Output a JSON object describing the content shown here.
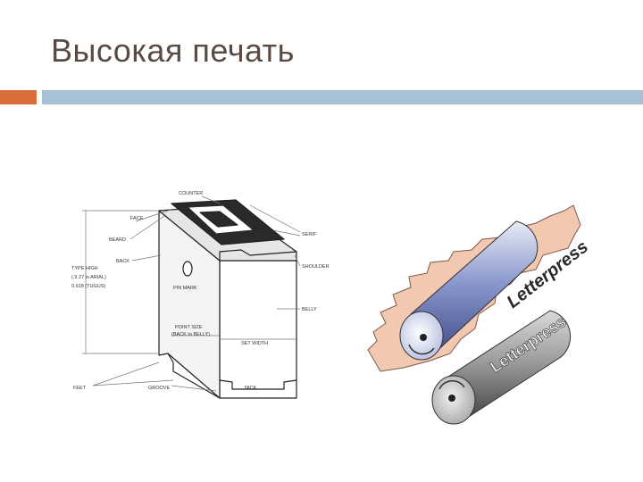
{
  "slide": {
    "title": "Высокая печать"
  },
  "type_diagram": {
    "labels": {
      "counter": "COUNTER",
      "face": "FACE",
      "beard": "BEARD",
      "back": "BACK",
      "type_high": "TYPE HIGH",
      "type_high_note": "(.9 27 in ARIAL)",
      "type_high_value": "0.918 (TUGUS)",
      "pin_mark": "PIN MARK",
      "point_size": "POINT SIZE",
      "point_size_note": "(BACK to BELLY)",
      "set_width": "SET WIDTH",
      "serif": "SERIF",
      "shoulder": "SHOULDER",
      "belly": "BELLY",
      "feet": "FEET",
      "groove": "GROOVE",
      "nick": "NICK"
    }
  },
  "press_diagram": {
    "paper_text": "Letterpress",
    "roller_text": "Letterpress",
    "colors": {
      "paper": "#f3c8b0",
      "upper_roller": "#6f7fb8",
      "lower_roller": "#8a8a8a"
    }
  }
}
